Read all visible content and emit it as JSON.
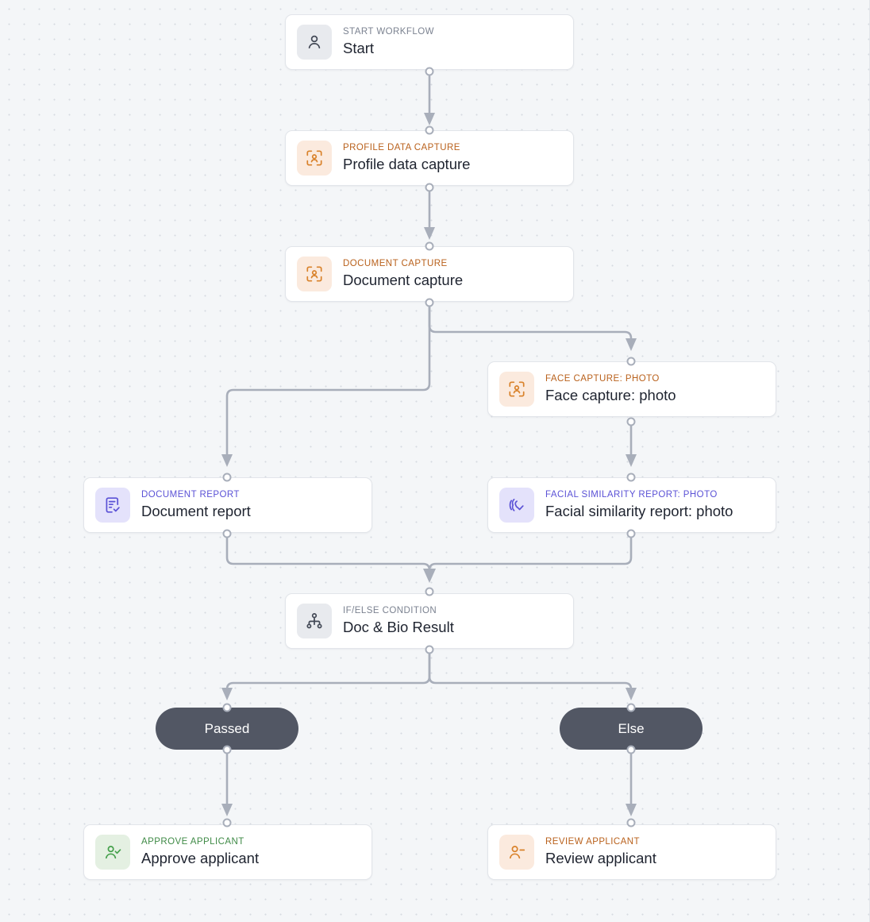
{
  "canvas": {
    "background_color": "#f4f6f8",
    "grid": "dot-grid",
    "edge_color": "#a8aeba"
  },
  "theme_colors": {
    "grey_tile": "#e8eaee",
    "grey_label": "#7b8290",
    "orange_tile": "#fbeade",
    "orange_label": "#b9611c",
    "purple_tile": "#e4e2fb",
    "purple_label": "#5b52d6",
    "green_tile": "#e4f0e2",
    "green_label": "#3f8a46",
    "pill_bg": "#525764",
    "title_color": "#1f2430"
  },
  "nodes": [
    {
      "id": "start",
      "kicker": "START WORKFLOW",
      "title": "Start",
      "icon": "person-icon",
      "theme": "grey"
    },
    {
      "id": "profile-data-capture",
      "kicker": "PROFILE DATA CAPTURE",
      "title": "Profile data capture",
      "icon": "face-scan-icon",
      "theme": "orange"
    },
    {
      "id": "document-capture",
      "kicker": "DOCUMENT CAPTURE",
      "title": "Document capture",
      "icon": "face-scan-icon",
      "theme": "orange"
    },
    {
      "id": "face-capture-photo",
      "kicker": "FACE CAPTURE: PHOTO",
      "title": "Face capture: photo",
      "icon": "face-scan-icon",
      "theme": "orange"
    },
    {
      "id": "document-report",
      "kicker": "DOCUMENT REPORT",
      "title": "Document report",
      "icon": "document-check-icon",
      "theme": "purple"
    },
    {
      "id": "facial-similarity-report-photo",
      "kicker": "FACIAL SIMILARITY REPORT: PHOTO",
      "title": "Facial similarity report: photo",
      "icon": "face-similarity-check-icon",
      "theme": "purple"
    },
    {
      "id": "doc-bio-result",
      "kicker": "IF/ELSE CONDITION",
      "title": "Doc & Bio Result",
      "icon": "branch-icon",
      "theme": "grey"
    },
    {
      "id": "approve-applicant",
      "kicker": "APPROVE APPLICANT",
      "title": "Approve applicant",
      "icon": "person-check-icon",
      "theme": "green"
    },
    {
      "id": "review-applicant",
      "kicker": "REVIEW APPLICANT",
      "title": "Review applicant",
      "icon": "person-minus-icon",
      "theme": "orange"
    }
  ],
  "branches": [
    {
      "id": "passed",
      "label": "Passed"
    },
    {
      "id": "else",
      "label": "Else"
    }
  ]
}
